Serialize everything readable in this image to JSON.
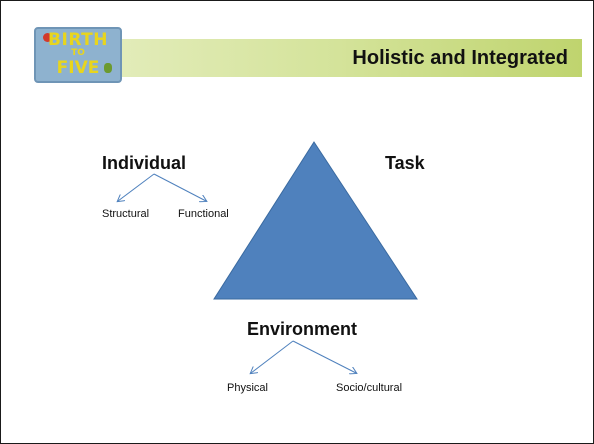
{
  "logo": {
    "line1": "BIRTH",
    "line2": "TO",
    "line3": "FIVE"
  },
  "title": "Holistic and Integrated",
  "diagram": {
    "top_left_label": "Individual",
    "top_right_label": "Task",
    "bottom_label": "Environment",
    "individual_children": [
      "Structural",
      "Functional"
    ],
    "environment_children": [
      "Physical",
      "Socio/cultural"
    ],
    "triangle_color": "#4f81bd",
    "arrow_color": "#4f81bd"
  }
}
